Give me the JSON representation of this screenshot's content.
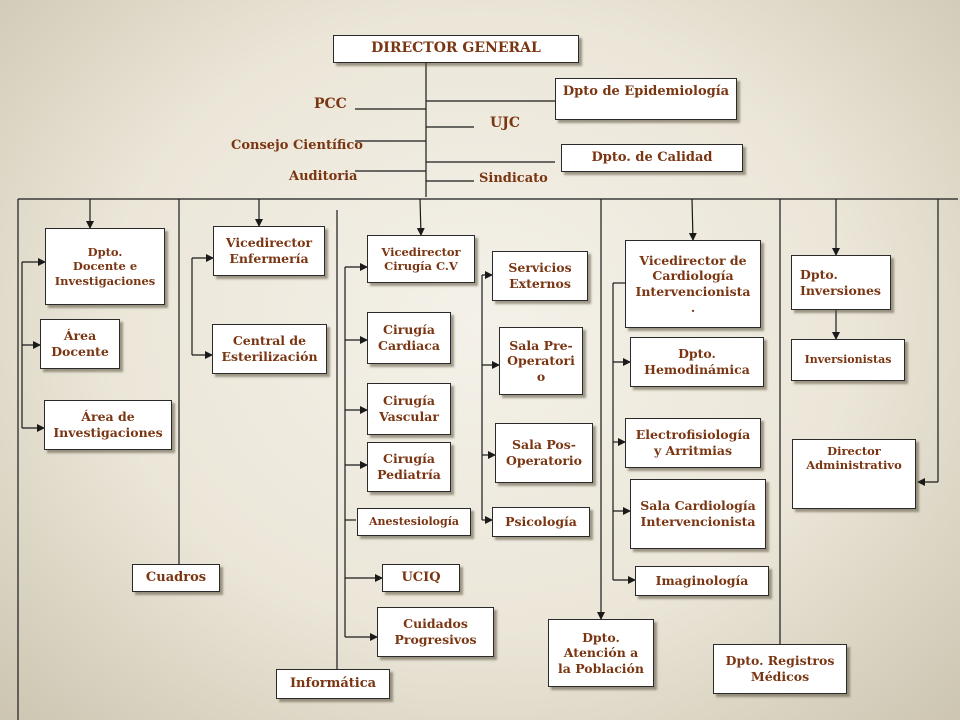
{
  "colors": {
    "text": "#7a3512",
    "line": "#1a1a1a",
    "box_border": "#2a2a2a"
  },
  "top": {
    "director": "DIRECTOR GENERAL",
    "pcc": "PCC",
    "consejo": "Consejo Científico",
    "auditoria": "Auditoria",
    "ujc": "UJC",
    "sindicato": "Sindicato",
    "epidemiologia": "Dpto de Epidemiología",
    "calidad": "Dpto. de Calidad"
  },
  "col1": {
    "docente_inv": "Dpto.\nDocente e\nInvestigaciones",
    "area_docente": "Área\nDocente",
    "area_inv": "Área de\nInvestigaciones",
    "cuadros": "Cuadros"
  },
  "col2": {
    "vice_enfermeria": "Vicedirector\nEnfermería",
    "esterilizacion": "Central de\nEsterilización",
    "informatica": "Informática"
  },
  "col3": {
    "vice_cirugia": "Vicedirector\nCirugía C.V",
    "cirugia_cardiaca": "Cirugía\nCardiaca",
    "cirugia_vascular": "Cirugía\nVascular",
    "cirugia_pediatria": "Cirugía\nPediatría",
    "anestesiologia": "Anestesiología",
    "uciq": "UCIQ",
    "cuidados": "Cuidados\nProgresivos"
  },
  "col4": {
    "servicios_externos": "Servicios\nExternos",
    "sala_pre": "Sala Pre-\nOperatori\no",
    "sala_pos": "Sala Pos-\nOperatorio",
    "psicologia": "Psicología"
  },
  "col5": {
    "vice_cardiologia": "Vicedirector de\nCardiología\nIntervencionista\n.",
    "hemodinamica": "Dpto.\nHemodinámica",
    "electrofisiologia": "Electrofisiología\ny Arritmias",
    "sala_cardiologia": "Sala Cardiología\nIntervencionista",
    "imaginologia": "Imaginología",
    "atencion_poblacion": "Dpto.\nAtención a\nla Población"
  },
  "col6": {
    "inversiones": "Dpto.\nInversiones",
    "inversionistas": "Inversionistas",
    "director_admin": "Director\nAdministrativo",
    "registros": "Dpto. Registros\nMédicos"
  }
}
